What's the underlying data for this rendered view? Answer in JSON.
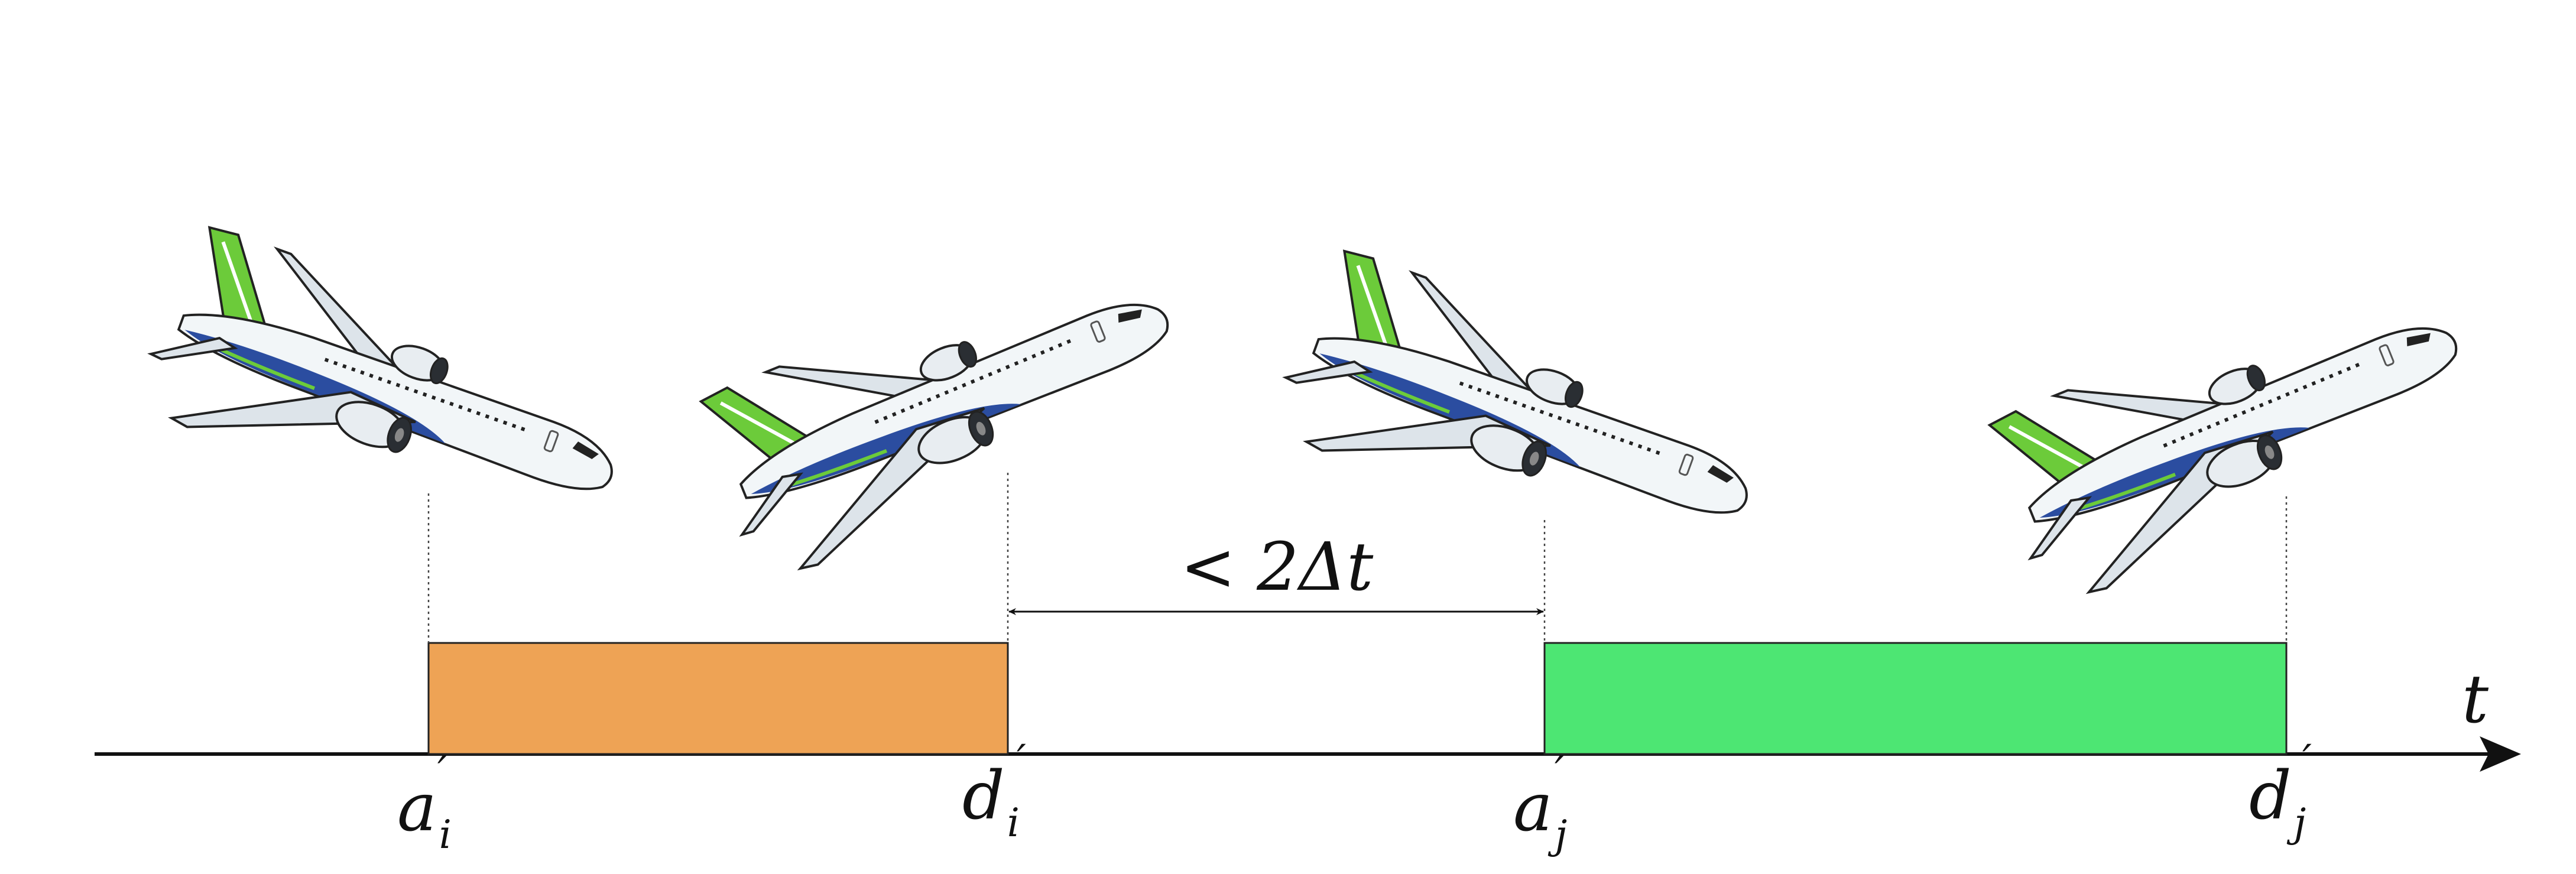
{
  "diagram": {
    "axis_label": "t",
    "gap_label": "< 2Δt",
    "colors": {
      "block_i": "#EEA355",
      "block_j": "#4DE673",
      "axis": "#111111",
      "plane_body": "#F2F6F8",
      "plane_belly": "#2B4DA0",
      "plane_tail": "#6CCB3A",
      "engine": "#2A2E33"
    },
    "ticks": [
      {
        "base": "a",
        "sub": "i"
      },
      {
        "base": "d",
        "sub": "i"
      },
      {
        "base": "a",
        "sub": "j"
      },
      {
        "base": "d",
        "sub": "j"
      }
    ],
    "planes": [
      {
        "name": "landing-plane-i",
        "icon": "airplane-landing-icon"
      },
      {
        "name": "takeoff-plane-i",
        "icon": "airplane-takeoff-icon"
      },
      {
        "name": "landing-plane-j",
        "icon": "airplane-landing-icon"
      },
      {
        "name": "takeoff-plane-j",
        "icon": "airplane-takeoff-icon"
      }
    ]
  }
}
